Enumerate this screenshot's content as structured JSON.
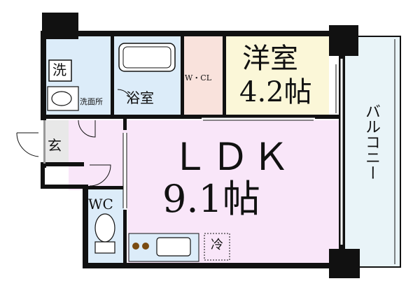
{
  "rooms": {
    "ldk": {
      "name": "ＬＤＫ",
      "size": "9.1帖"
    },
    "western": {
      "name": "洋室",
      "size": "4.2帖"
    },
    "wcl": {
      "name": "W・CL"
    },
    "bath": {
      "name": "浴室"
    },
    "washroom": {
      "name": "洗面所"
    },
    "entrance": {
      "name": "玄"
    },
    "wc": {
      "name": "WC"
    },
    "balcony": {
      "name": "バルコニー"
    }
  },
  "fixtures": {
    "washer": {
      "label": "洗"
    },
    "fridge": {
      "label": "冷"
    }
  },
  "colors": {
    "wall": "#111111",
    "ldk_floor": "#f9e6f9",
    "western_floor": "#fbf7d8",
    "wcl_floor": "#f9e2dc",
    "wet_floor": "#dcecf9",
    "entrance_floor": "#e8e8e8",
    "balcony_floor": "#e9f4f8"
  }
}
